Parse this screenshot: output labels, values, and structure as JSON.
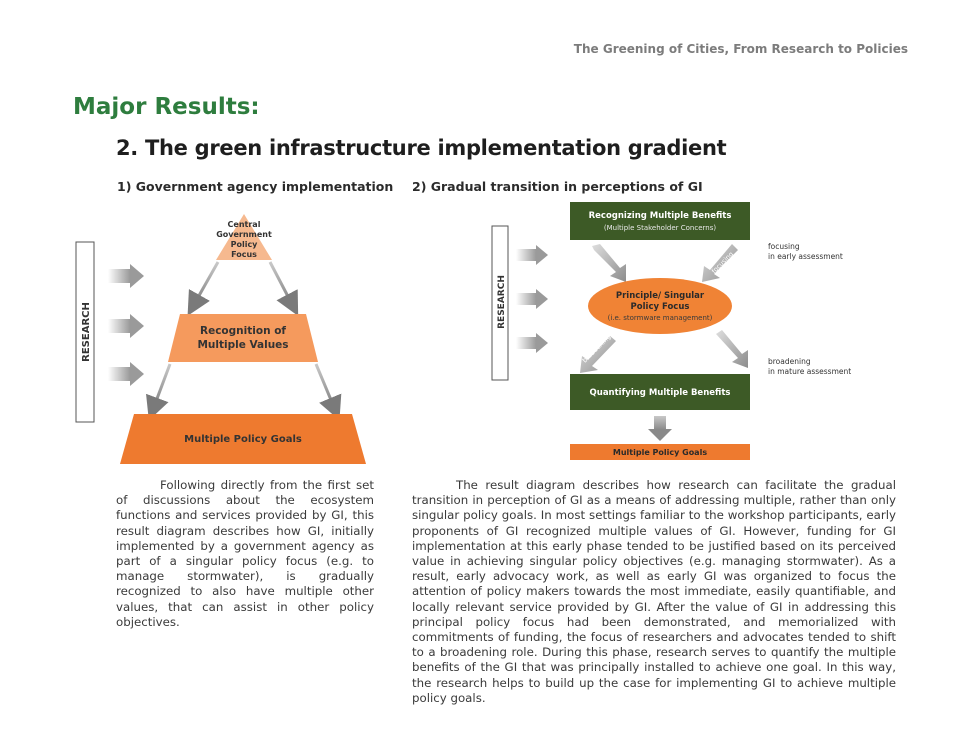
{
  "header": {
    "running_title": "The Greening of Cities, From Research to Policies",
    "major_results": "Major Results:",
    "section_title": "2. The green infrastructure implementation gradient"
  },
  "left_diagram": {
    "caption": "1) Government agency implementation",
    "research_label": "RESEARCH",
    "top_line1": "Central",
    "top_line2": "Government",
    "top_line3": "Policy",
    "top_line4": "Focus",
    "middle_line1": "Recognition of",
    "middle_line2": "Multiple Values",
    "bottom_label": "Multiple Policy Goals"
  },
  "right_diagram": {
    "caption": "2) Gradual transition in perceptions of GI",
    "research_label": "RESEARCH",
    "top_box_title": "Recognizing Multiple Benefits",
    "top_box_sub": "(Multiple Stakeholder Concerns)",
    "ellipse_line1": "Principle/ Singular",
    "ellipse_line2": "Policy Focus",
    "ellipse_line3": "(i.e. stormware management)",
    "bottom_box_title": "Quantifying Multiple Benefits",
    "goals_box": "Multiple Policy Goals",
    "focusing_arrow": "focusing",
    "broadening_arrow": "broadening",
    "note_focusing_1": "focusing",
    "note_focusing_2": "in early assessment",
    "note_broadening_1": "broadening",
    "note_broadening_2": "in mature assessment"
  },
  "left_paragraph": "Following directly from the first set of discussions about the ecosystem functions and services provided by GI, this result diagram describes how GI, initially implemented by a government agency as part of a singular policy focus (e.g. to manage stormwater), is gradually recognized to also have multiple other values, that can assist in other policy objectives.",
  "right_paragraph": "The result diagram describes how research can facilitate the gradual transition in perception of GI as a means of addressing multiple, rather than only singular policy goals. In most settings familiar to the workshop participants, early proponents of GI recognized multiple values of GI. However, funding for GI implementation at this early phase tended to be justified based on its perceived value in achieving singular policy objectives (e.g. managing stormwater). As a result, early advocacy work, as well as early GI was organized to focus the attention of policy makers towards the most immediate, easily quantifiable, and locally relevant service provided by GI.  After the value of GI in addressing this principal policy focus had been demonstrated, and memorialized with commitments of funding, the focus of researchers and advocates tended to shift to a broadening role. During this phase, research serves to quantify the multiple benefits of the GI that was principally installed to achieve one goal. In this way, the research helps to build up the case for implementing GI to achieve multiple policy goals.",
  "colors": {
    "green_heading": "#2e7d3e",
    "dark_green_box": "#3d5a26",
    "orange_light": "#f6b98f",
    "orange_mid": "#f59a5d",
    "orange_strong": "#ee7a2f"
  }
}
